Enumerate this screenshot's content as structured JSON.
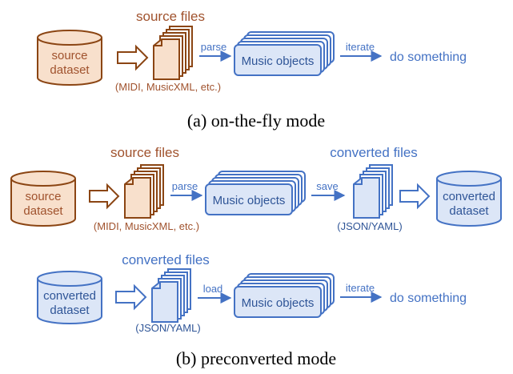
{
  "colors": {
    "brown_stroke": "#8b4513",
    "brown_text": "#a0522d",
    "brown_fill": "#f8e0cc",
    "blue_stroke": "#4472c4",
    "blue_fill": "#dce6f7",
    "caption": "#000000"
  },
  "section_a": {
    "caption": "(a) on-the-fly mode",
    "source_files_title": "source files",
    "source_dataset_line1": "source",
    "source_dataset_line2": "dataset",
    "formats_note": "(MIDI, MusicXML, etc.)",
    "parse_label": "parse",
    "music_objects": "Music objects",
    "iterate_label": "iterate",
    "do_something": "do something"
  },
  "section_b": {
    "caption": "(b) preconverted mode",
    "row1": {
      "source_files_title": "source files",
      "source_dataset_line1": "source",
      "source_dataset_line2": "dataset",
      "formats_note": "(MIDI, MusicXML, etc.)",
      "parse_label": "parse",
      "music_objects": "Music objects",
      "save_label": "save",
      "converted_files_title": "converted files",
      "converted_formats": "(JSON/YAML)",
      "converted_dataset_line1": "converted",
      "converted_dataset_line2": "dataset"
    },
    "row2": {
      "converted_dataset_line1": "converted",
      "converted_dataset_line2": "dataset",
      "converted_files_title": "converted files",
      "converted_formats": "(JSON/YAML)",
      "load_label": "load",
      "music_objects": "Music objects",
      "iterate_label": "iterate",
      "do_something": "do something"
    }
  }
}
